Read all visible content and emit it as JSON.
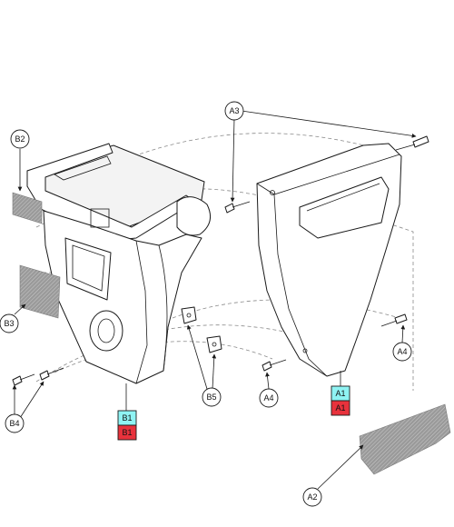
{
  "callouts": {
    "b2": "B2",
    "b3": "B3",
    "b4": "B4",
    "b5": "B5",
    "a2": "A2",
    "a3": "A3",
    "a4_lower": "A4",
    "a4_right": "A4"
  },
  "badges": {
    "left_top": "B1",
    "left_bottom": "B1",
    "right_top": "A1",
    "right_bottom": "A1"
  },
  "colors": {
    "badge_cyan": "#8ff3f3",
    "badge_red": "#e8323c",
    "pad_fill": "#9a9a9a"
  },
  "icons": [
    "screw",
    "spring-nut-clip",
    "hatched-pad",
    "arrowhead"
  ]
}
